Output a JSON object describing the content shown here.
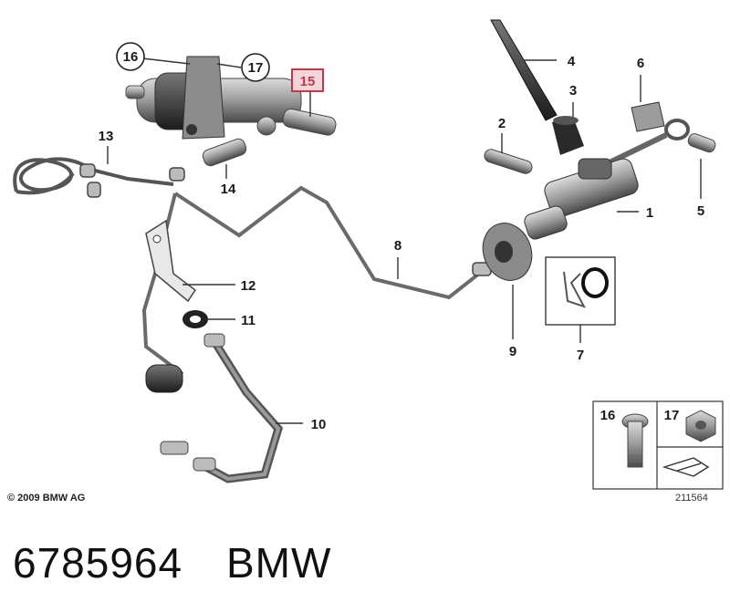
{
  "callouts": {
    "c1": "1",
    "c2": "2",
    "c3": "3",
    "c4": "4",
    "c5": "5",
    "c6": "6",
    "c7": "7",
    "c8": "8",
    "c9": "9",
    "c10": "10",
    "c11": "11",
    "c12": "12",
    "c13": "13",
    "c14": "14",
    "c15": "15",
    "c16": "16",
    "c17": "17"
  },
  "legend": {
    "item16": "16",
    "item17": "17"
  },
  "highlight_color": "#c0394a",
  "copyright": "© 2009 BMW AG",
  "diagram_number": "211564",
  "part_number": "6785964",
  "brand": "BMW"
}
